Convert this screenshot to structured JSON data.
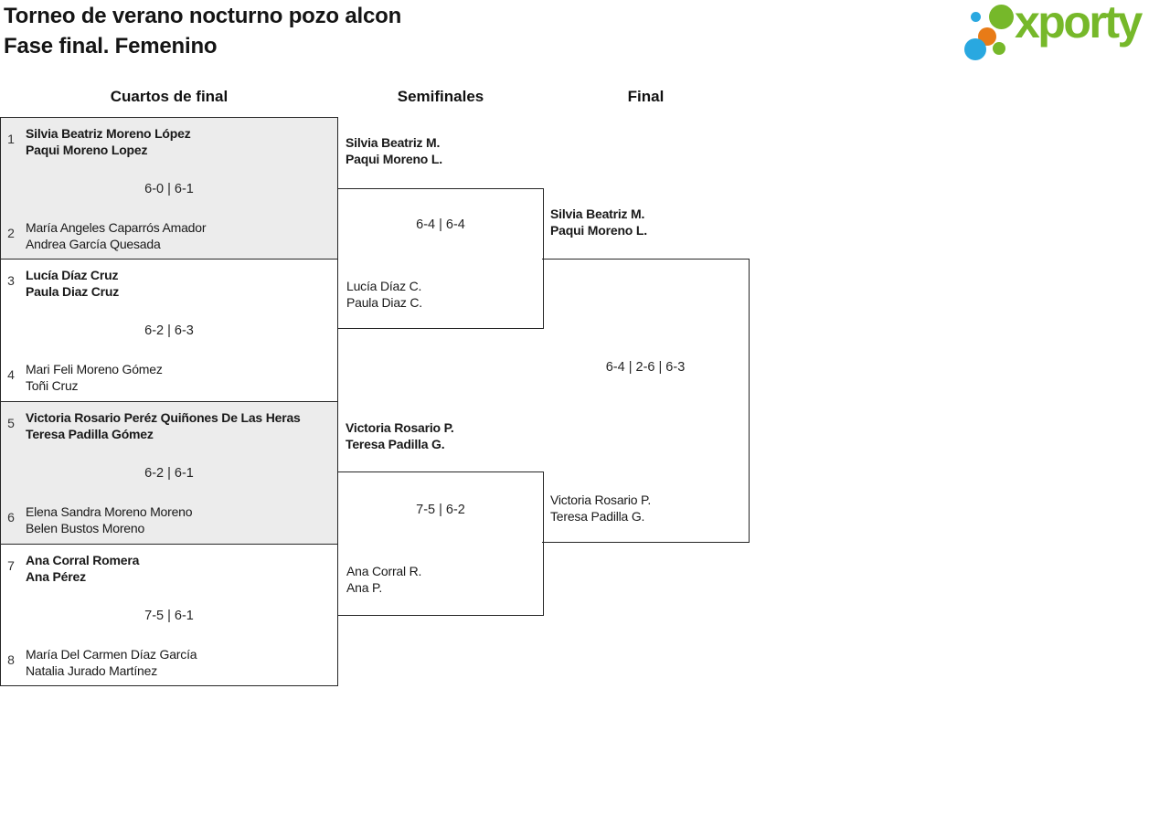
{
  "header": {
    "title_line1": "Torneo de verano nocturno pozo alcon",
    "title_line2": "Fase final. Femenino",
    "logo": {
      "wordmark": "xporty"
    }
  },
  "columns": [
    {
      "label": "Cuartos de final"
    },
    {
      "label": "Semifinales"
    },
    {
      "label": "Final"
    }
  ],
  "bracket": {
    "quarterfinals": [
      {
        "seed_top": "1",
        "team_top": [
          "Silvia Beatriz Moreno López",
          "Paqui Moreno Lopez"
        ],
        "score": "6-0 | 6-1",
        "seed_bottom": "2",
        "team_bottom": [
          "María Angeles Caparrós Amador",
          "Andrea García Quesada"
        ]
      },
      {
        "seed_top": "3",
        "team_top": [
          "Lucía Díaz Cruz",
          "Paula Diaz Cruz"
        ],
        "score": "6-2 | 6-3",
        "seed_bottom": "4",
        "team_bottom": [
          "Mari Feli Moreno Gómez",
          "Toñi Cruz"
        ]
      },
      {
        "seed_top": "5",
        "team_top": [
          "Victoria Rosario Peréz Quiñones De Las Heras",
          "Teresa Padilla Gómez"
        ],
        "score": "6-2 | 6-1",
        "seed_bottom": "6",
        "team_bottom": [
          "Elena Sandra Moreno Moreno",
          "Belen Bustos Moreno"
        ]
      },
      {
        "seed_top": "7",
        "team_top": [
          "Ana Corral Romera",
          "Ana Pérez"
        ],
        "score": "7-5 | 6-1",
        "seed_bottom": "8",
        "team_bottom": [
          "María Del Carmen Díaz García",
          "Natalia Jurado Martínez"
        ]
      }
    ],
    "semifinals": [
      {
        "winner": [
          "Silvia Beatriz M.",
          "Paqui Moreno L."
        ],
        "score": "6-4 | 6-4",
        "loser": [
          "Lucía Díaz C.",
          "Paula Diaz C."
        ]
      },
      {
        "winner": [
          "Victoria Rosario P.",
          "Teresa Padilla G."
        ],
        "score": "7-5 | 6-2",
        "loser": [
          "Ana Corral R.",
          "Ana P."
        ]
      }
    ],
    "final": {
      "winner": [
        "Silvia Beatriz M.",
        "Paqui Moreno L."
      ],
      "score": "6-4 | 2-6 | 6-3",
      "loser": [
        "Victoria Rosario P.",
        "Teresa Padilla G."
      ]
    }
  },
  "colors": {
    "brand_green": "#76b82a",
    "brand_blue": "#29a8e0",
    "brand_orange": "#e87b17",
    "match_alt_bg": "#ececec",
    "bracket_border": "#262626"
  }
}
